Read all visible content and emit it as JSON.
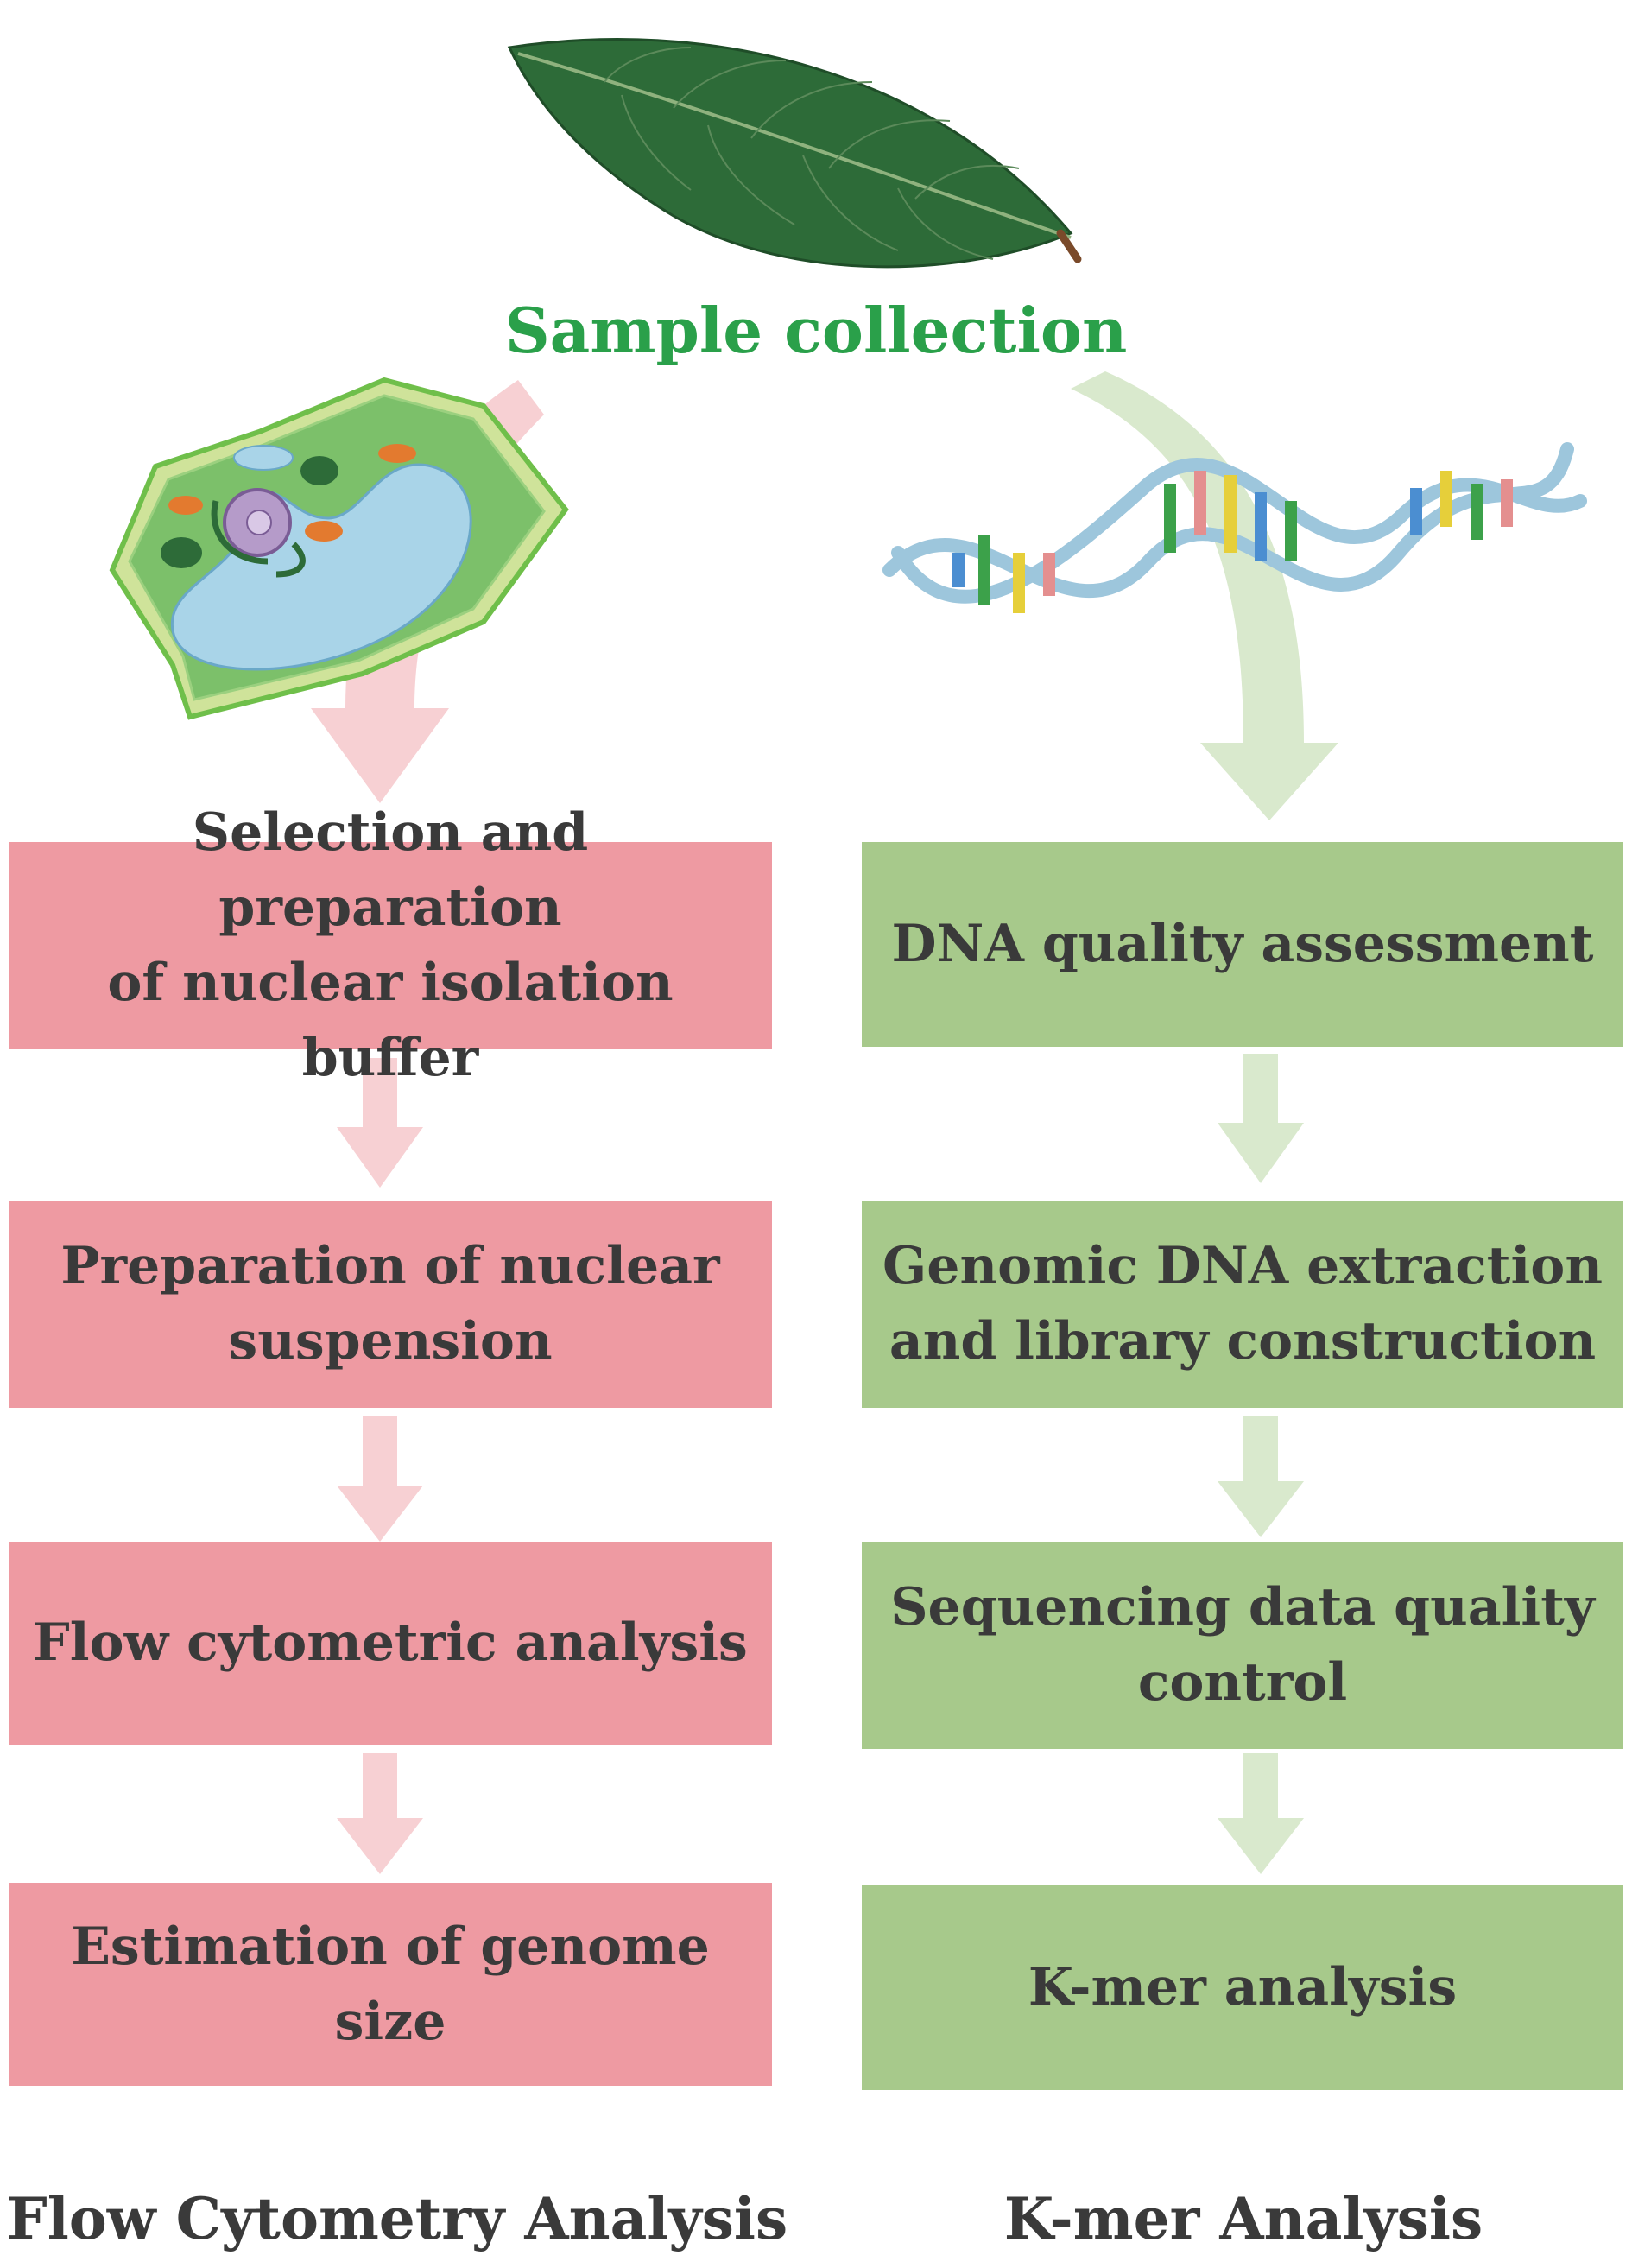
{
  "title": "Sample collection",
  "left_column": {
    "footer": "Flow Cytometry Analysis",
    "color": "#ee9aa2",
    "arrow_color": "#f7d0d3",
    "steps": [
      {
        "line1": "Selection and preparation",
        "line2": "of nuclear isolation buffer"
      },
      {
        "line1": "Preparation of nuclear",
        "line2": "suspension"
      },
      {
        "line1": "Flow cytometric analysis",
        "line2": ""
      },
      {
        "line1": "Estimation of genome size",
        "line2": ""
      }
    ]
  },
  "right_column": {
    "footer": "K-mer Analysis",
    "color": "#a7c98b",
    "arrow_color": "#d9e9cd",
    "steps": [
      {
        "line1": "DNA quality assessment",
        "line2": ""
      },
      {
        "line1": "Genomic DNA extraction",
        "line2": "and library construction"
      },
      {
        "line1": "Sequencing data quality",
        "line2": "control"
      },
      {
        "line1": "K-mer analysis",
        "line2": ""
      }
    ]
  },
  "icons": [
    "leaf-icon",
    "plant-cell-icon",
    "dna-helix-icon"
  ]
}
